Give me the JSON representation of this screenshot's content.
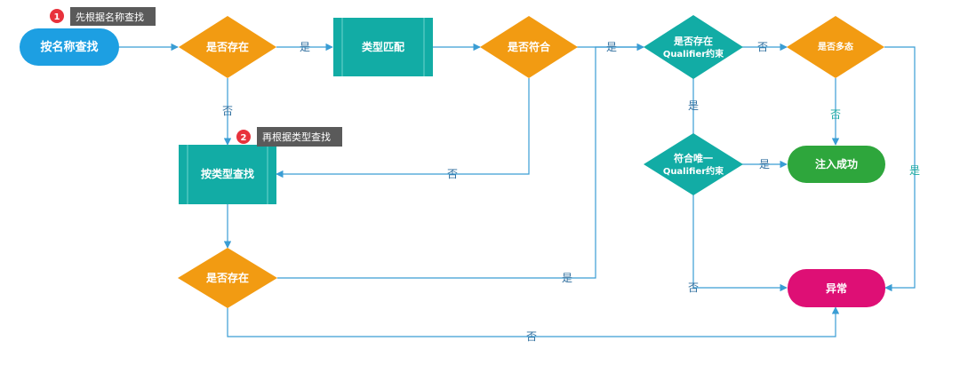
{
  "colors": {
    "blue_pill": "#1d9fe2",
    "orange": "#f29b12",
    "teal": "#12aca5",
    "teal_border": "#6fd3cd",
    "green": "#2ea63c",
    "magenta": "#de0f75",
    "line": "#3a9dd4",
    "label_blue": "#2e6e9e",
    "label_teal": "#18a8a0",
    "tooltip_bg": "#5a5a5a",
    "badge_red": "#e8323c"
  },
  "annotations": {
    "step1": {
      "badge": "1",
      "text": "先根据名称查找"
    },
    "step2": {
      "badge": "2",
      "text": "再根据类型查找"
    }
  },
  "nodes": {
    "start": "按名称查找",
    "exists1": "是否存在",
    "type_match": "类型匹配",
    "conforms": "是否符合",
    "qualifier_exists": [
      "是否存在",
      "Qualifier约束"
    ],
    "polymorphic": "是否多态",
    "find_by_type": "按类型查找",
    "unique_qualifier": [
      "符合唯一",
      "Qualifier约束"
    ],
    "inject_success": "注入成功",
    "exists2": "是否存在",
    "exception": "异常"
  },
  "edge_labels": {
    "exists1_yes": "是",
    "exists1_no": "否",
    "conforms_yes": "是",
    "conforms_no": "否",
    "qualifier_no": "否",
    "qualifier_yes": "是",
    "polymorphic_no": "否",
    "polymorphic_yes": "是",
    "unique_yes": "是",
    "unique_no": "否",
    "exists2_yes": "是",
    "exists2_no": "否"
  }
}
